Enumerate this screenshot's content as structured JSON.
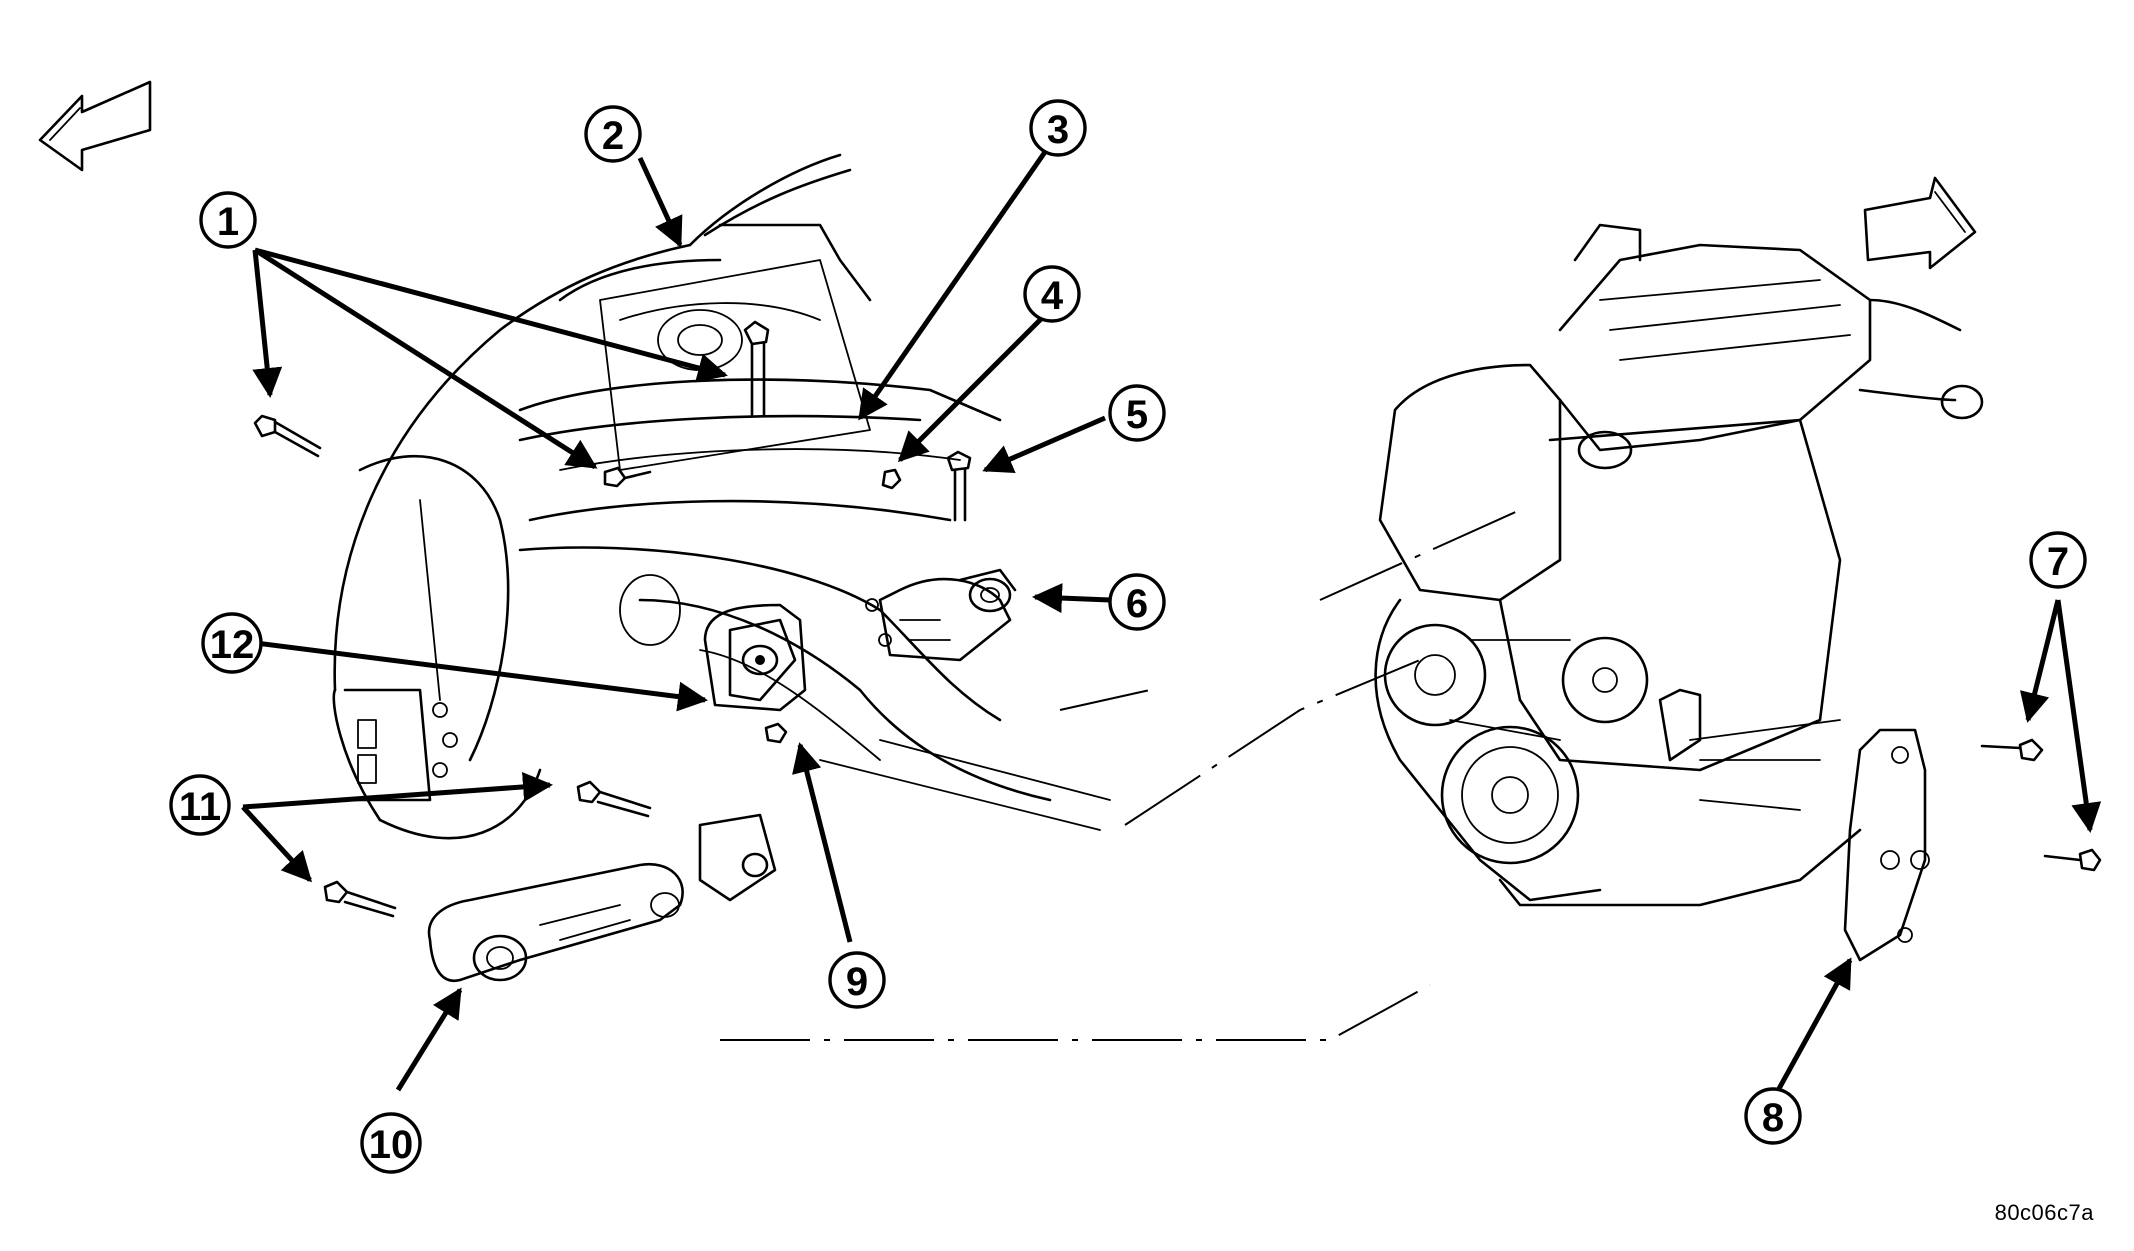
{
  "figure_id": "80c06c7a",
  "callouts": [
    "1",
    "2",
    "3",
    "4",
    "5",
    "6",
    "7",
    "8",
    "9",
    "10",
    "11",
    "12"
  ],
  "direction_arrows": [
    "arrow-left-icon",
    "arrow-right-icon"
  ],
  "colors": {
    "ink": "#000000",
    "paper": "#ffffff"
  }
}
